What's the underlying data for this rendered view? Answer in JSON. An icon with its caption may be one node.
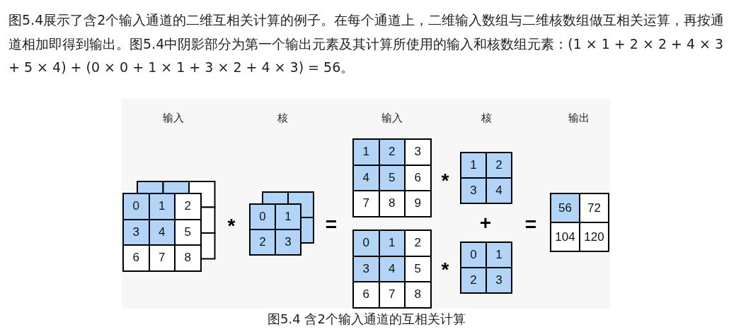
{
  "diagram": {
    "caption": "图5.4 含2个输入通道的互相关计算",
    "labels": [
      "图5.4展示了含2个输入通道的二维互相关计算的例子。在每个通道上，二维输入数组与二维核数组做互相关运算，再按通道相加即得到输出。图5.4中阴影部分为第一个输出元素及其计算所使用的输入和核数组元素：(1 × 1 + 2 × 2 + 4 × 3 + 5 × 4) + (0 × 0 + 1 × 1 + 3 × 2 + 4 × 3) = 56。",
      "输入",
      "核",
      "输入",
      "核",
      "输出",
      "0",
      "1",
      "2",
      "3",
      "4",
      "5",
      "6",
      "7",
      "8",
      "*",
      "0",
      "1",
      "2",
      "3",
      "=",
      "1",
      "2",
      "3",
      "4",
      "5",
      "6",
      "7",
      "8",
      "9",
      "*",
      "1",
      "2",
      "3",
      "4",
      "+",
      "=",
      "56",
      "72",
      "104",
      "120",
      "0",
      "1",
      "2",
      "3",
      "4",
      "5",
      "6",
      "7",
      "8",
      "*",
      "0",
      "1",
      "2",
      "3"
    ]
  }
}
